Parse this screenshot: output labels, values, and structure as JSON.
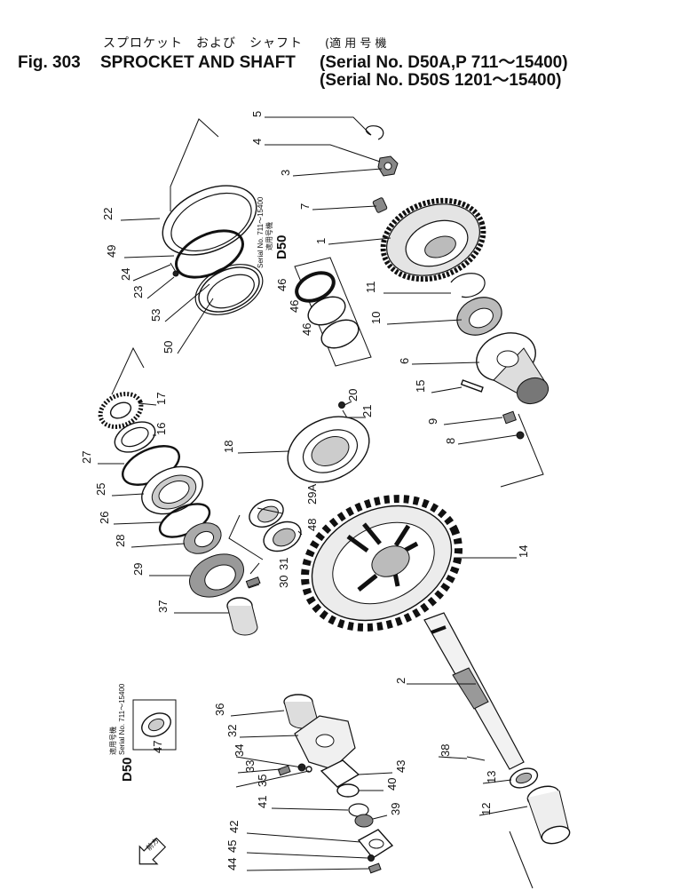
{
  "header": {
    "title_jp": "スプロケット　および　シャフト",
    "fig_number": "Fig. 303",
    "title": "SPROCKET AND SHAFT",
    "serial_jp": "(適 用 号 機",
    "serial_line1": "(Serial No. D50A,P 711～15400)",
    "serial_line2": "(Serial No. D50S   1201～15400)"
  },
  "boxes": {
    "upper": {
      "model": "D50",
      "model_jp": "適用号機",
      "serial": "Serial No. 711～15400",
      "parts": [
        "46",
        "46",
        "46"
      ]
    },
    "lower": {
      "model": "D50",
      "model_jp": "適用号機",
      "serial": "Serial No. 711～15400",
      "part": "47"
    }
  },
  "direction_mark": "前方",
  "labels": [
    {
      "n": "5"
    },
    {
      "n": "4"
    },
    {
      "n": "3"
    },
    {
      "n": "7"
    },
    {
      "n": "1"
    },
    {
      "n": "22"
    },
    {
      "n": "49"
    },
    {
      "n": "24"
    },
    {
      "n": "23"
    },
    {
      "n": "53"
    },
    {
      "n": "50"
    },
    {
      "n": "11"
    },
    {
      "n": "10"
    },
    {
      "n": "6"
    },
    {
      "n": "15"
    },
    {
      "n": "9"
    },
    {
      "n": "8"
    },
    {
      "n": "17"
    },
    {
      "n": "16"
    },
    {
      "n": "20"
    },
    {
      "n": "21"
    },
    {
      "n": "18"
    },
    {
      "n": "27"
    },
    {
      "n": "25"
    },
    {
      "n": "26"
    },
    {
      "n": "28"
    },
    {
      "n": "29A"
    },
    {
      "n": "48"
    },
    {
      "n": "31"
    },
    {
      "n": "30"
    },
    {
      "n": "29"
    },
    {
      "n": "14"
    },
    {
      "n": "37"
    },
    {
      "n": "2"
    },
    {
      "n": "36"
    },
    {
      "n": "32"
    },
    {
      "n": "34"
    },
    {
      "n": "33"
    },
    {
      "n": "35"
    },
    {
      "n": "38"
    },
    {
      "n": "43"
    },
    {
      "n": "13"
    },
    {
      "n": "40"
    },
    {
      "n": "41"
    },
    {
      "n": "39"
    },
    {
      "n": "12"
    },
    {
      "n": "42"
    },
    {
      "n": "45"
    },
    {
      "n": "44"
    },
    {
      "n": "47"
    }
  ]
}
